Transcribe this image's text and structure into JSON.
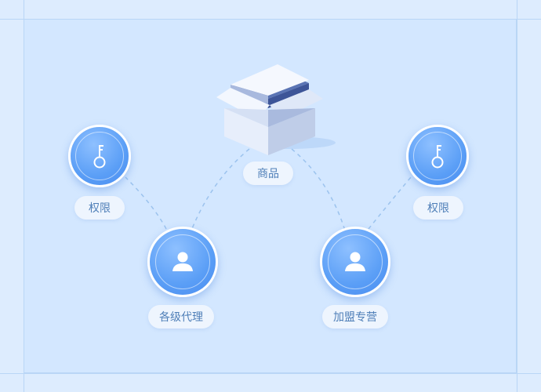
{
  "diagram": {
    "center": {
      "label": "商品",
      "icon": "product-box-icon"
    },
    "nodes": [
      {
        "id": "left-agent",
        "label": "各级代理",
        "icon": "user-icon"
      },
      {
        "id": "left-permission",
        "label": "权限",
        "icon": "key-icon"
      },
      {
        "id": "right-franchise",
        "label": "加盟专营",
        "icon": "user-icon"
      },
      {
        "id": "right-permission",
        "label": "权限",
        "icon": "key-icon"
      }
    ]
  },
  "colors": {
    "background": "#ddecfe",
    "panel": "#d3e7ff",
    "node_fill": "#5a9ef6",
    "label_text": "#4f7fb8",
    "connector": "#9cc3ee"
  }
}
